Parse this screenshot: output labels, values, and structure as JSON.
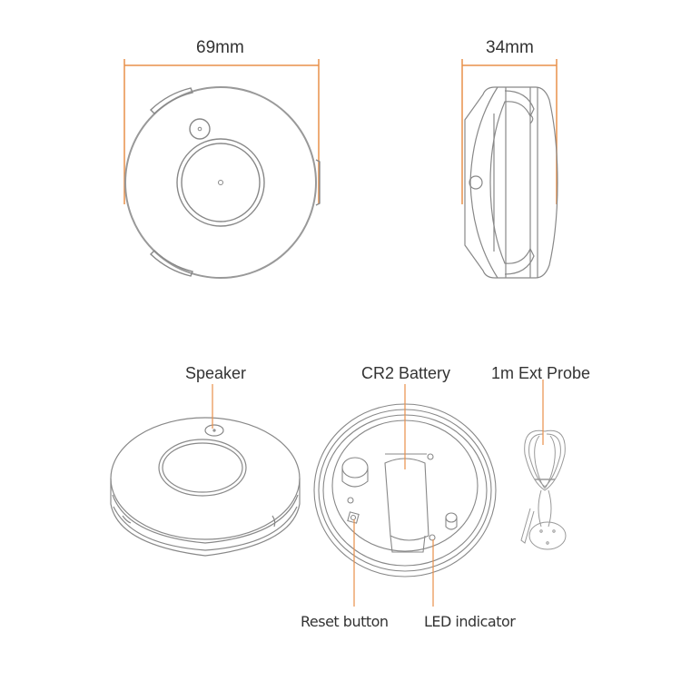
{
  "dimensions": {
    "width_label": "69mm",
    "depth_label": "34mm"
  },
  "callouts": {
    "speaker": "Speaker",
    "battery": "CR2 Battery",
    "probe": "1m Ext Probe",
    "reset": "Reset button",
    "led": "LED indicator"
  },
  "colors": {
    "accent": "#E8904A",
    "line": "#8a8a8a",
    "text": "#333333"
  }
}
